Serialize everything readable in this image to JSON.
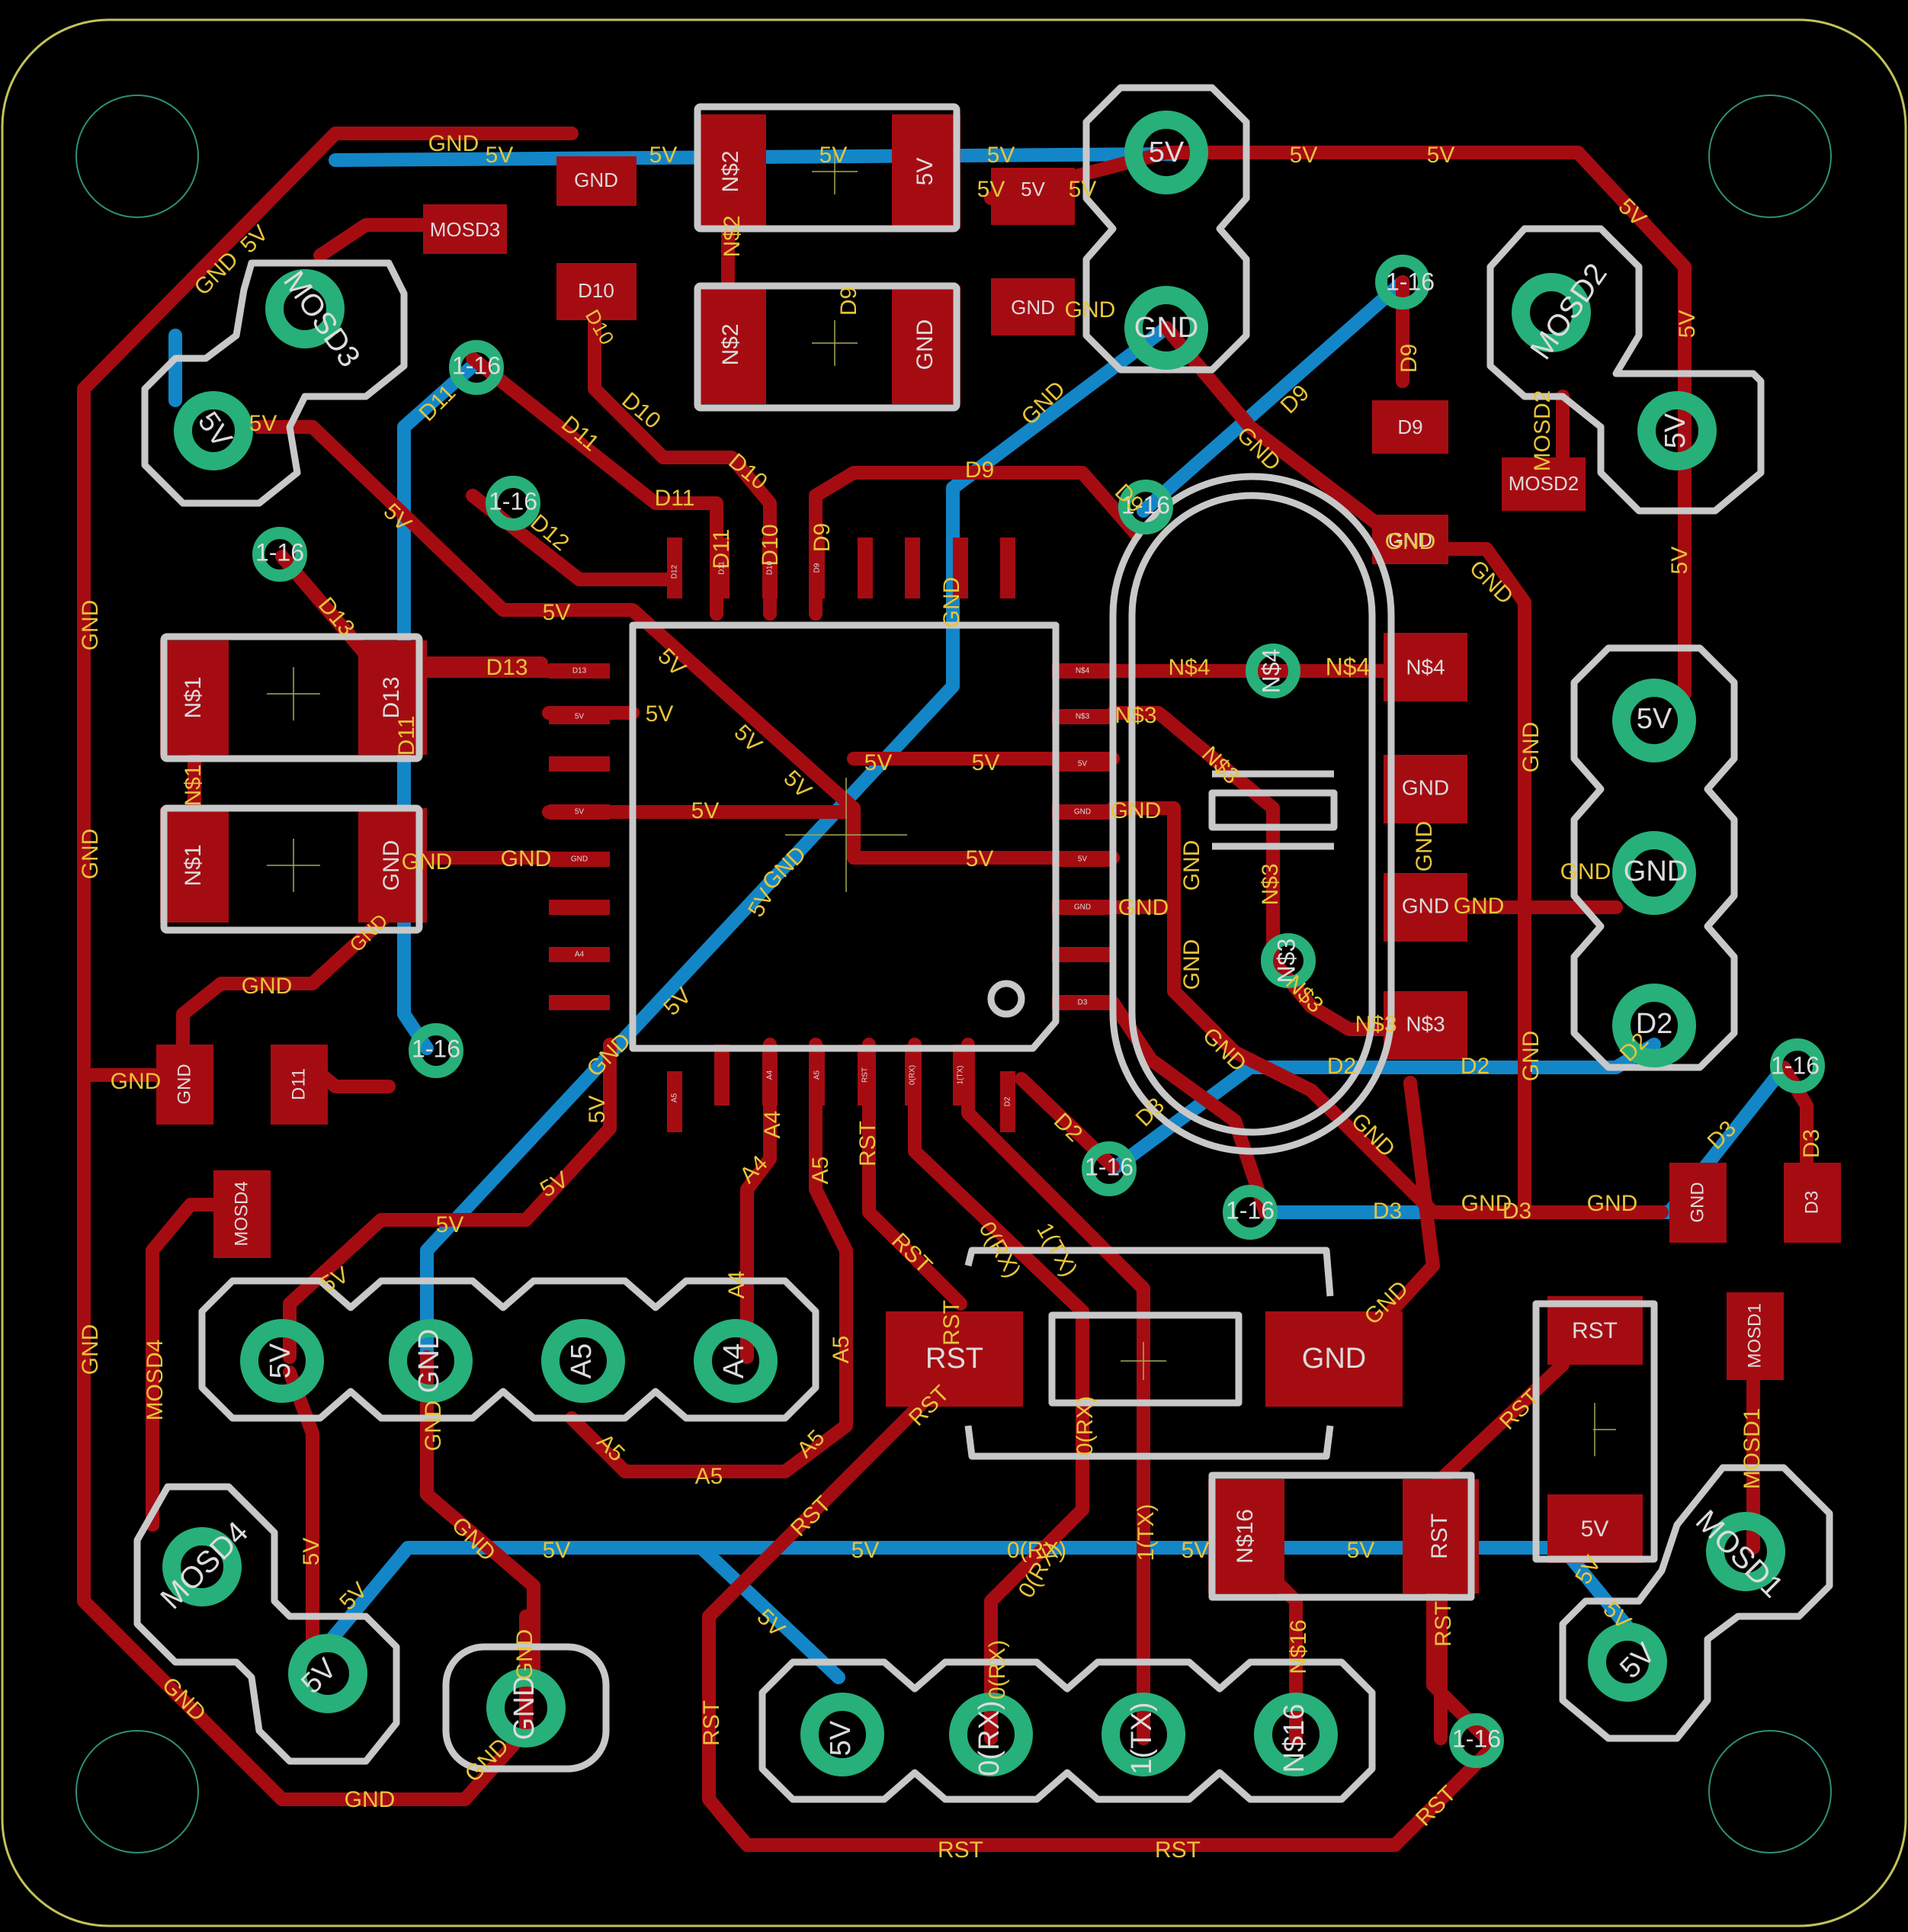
{
  "colors": {
    "background": "#000000",
    "copper_top": "#a50c12",
    "copper_bottom": "#1386c8",
    "silkscreen": "#c8c8c8",
    "pad_via": "#27b07a",
    "net_label": "#e8c43a",
    "outline": "#c2c25a"
  },
  "labels": {
    "header_top_5v": "5V",
    "header_top_gnd": "GND",
    "header_right_5v": "5V",
    "header_right_gnd": "GND",
    "header_right_d2": "D2",
    "header_left_5v": "5V",
    "header_left_gnd": "GND",
    "header_left_a5": "A5",
    "header_left_a4": "A4",
    "header_bottom_5v": "5V",
    "header_bottom_rx": "0(RX)",
    "header_bottom_tx": "1(TX)",
    "header_bottom_ns16": "N$16",
    "mosd3": "MOSD3",
    "mosd2": "MOSD2",
    "mosd4": "MOSD4",
    "mosd1": "MOSD1",
    "via_1_16": "1-16",
    "ns2": "N$2",
    "ns1": "N$1",
    "ns3": "N$3",
    "ns4": "N$4",
    "rst": "RST",
    "gnd": "GND",
    "v5": "5V",
    "d9": "D9",
    "d10": "D10",
    "d11": "D11",
    "d12": "D12",
    "d13": "D13",
    "d2": "D2",
    "d3": "D3",
    "a4": "A4",
    "a5": "A5",
    "rx": "0(RX)",
    "tx": "1(TX)",
    "ns16": "N$16"
  }
}
